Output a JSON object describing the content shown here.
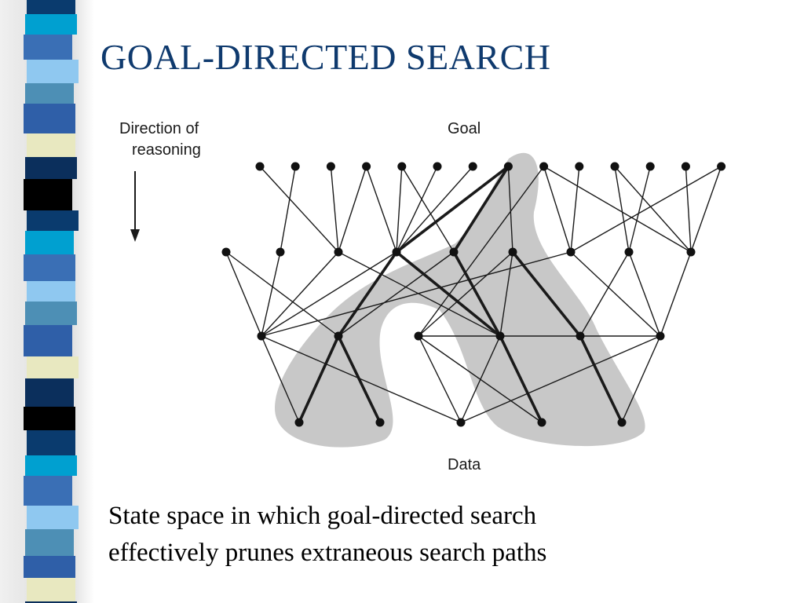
{
  "slide": {
    "title": "GOAL-DIRECTED SEARCH",
    "caption_lines": [
      "State space in which goal-directed search",
      "effectively prunes extraneous search paths"
    ]
  },
  "diagram": {
    "labels": {
      "direction_line1": "Direction of",
      "direction_line2": "reasoning",
      "goal": "Goal",
      "data": "Data"
    },
    "levels": [
      {
        "name": "goal-level",
        "node_count": 14
      },
      {
        "name": "level-2",
        "node_count": 9
      },
      {
        "name": "level-3",
        "node_count": 6
      },
      {
        "name": "data-level",
        "node_count": 5
      }
    ],
    "edges": [
      [
        "0-0",
        "1-2"
      ],
      [
        "0-1",
        "1-1"
      ],
      [
        "0-2",
        "1-2"
      ],
      [
        "0-3",
        "1-2"
      ],
      [
        "0-3",
        "1-3"
      ],
      [
        "0-4",
        "1-3"
      ],
      [
        "0-4",
        "1-4"
      ],
      [
        "0-5",
        "1-3"
      ],
      [
        "0-6",
        "1-3"
      ],
      [
        "0-7",
        "1-4"
      ],
      [
        "0-7",
        "1-5"
      ],
      [
        "0-8",
        "1-6"
      ],
      [
        "0-8",
        "1-8"
      ],
      [
        "0-9",
        "1-6"
      ],
      [
        "0-10",
        "1-7"
      ],
      [
        "0-10",
        "1-8"
      ],
      [
        "0-11",
        "1-7"
      ],
      [
        "0-12",
        "1-8"
      ],
      [
        "0-13",
        "1-6"
      ],
      [
        "0-13",
        "1-8"
      ],
      [
        "0-8",
        "2-2"
      ],
      [
        "1-0",
        "2-0"
      ],
      [
        "1-0",
        "2-1"
      ],
      [
        "1-1",
        "2-0"
      ],
      [
        "1-2",
        "2-0"
      ],
      [
        "1-2",
        "2-3"
      ],
      [
        "1-3",
        "2-0"
      ],
      [
        "1-3",
        "2-1"
      ],
      [
        "1-4",
        "2-1"
      ],
      [
        "1-4",
        "2-3"
      ],
      [
        "1-5",
        "2-3"
      ],
      [
        "1-6",
        "2-0"
      ],
      [
        "1-6",
        "2-5"
      ],
      [
        "1-7",
        "2-4"
      ],
      [
        "1-7",
        "2-5"
      ],
      [
        "1-8",
        "2-5"
      ],
      [
        "1-5",
        "2-2"
      ],
      [
        "2-0",
        "3-0"
      ],
      [
        "2-0",
        "3-2"
      ],
      [
        "2-1",
        "3-0"
      ],
      [
        "2-1",
        "3-1"
      ],
      [
        "2-2",
        "3-2"
      ],
      [
        "2-2",
        "3-3"
      ],
      [
        "2-3",
        "3-2"
      ],
      [
        "2-4",
        "3-4"
      ],
      [
        "2-5",
        "3-2"
      ],
      [
        "2-5",
        "3-4"
      ],
      [
        "2-2",
        "2-5"
      ]
    ],
    "highlighted_path": [
      [
        "0-7",
        "1-3"
      ],
      [
        "1-3",
        "2-1"
      ],
      [
        "2-1",
        "3-0"
      ],
      [
        "2-1",
        "3-1"
      ],
      [
        "0-7",
        "1-4"
      ],
      [
        "1-3",
        "2-3"
      ],
      [
        "1-4",
        "2-3"
      ],
      [
        "2-3",
        "3-3"
      ],
      [
        "1-5",
        "2-4"
      ],
      [
        "2-4",
        "3-4"
      ]
    ],
    "colors": {
      "node": "#111111",
      "edge": "#1a1a1a",
      "highlight_region": "#c8c8c8",
      "title": "#0f3a6e"
    }
  }
}
